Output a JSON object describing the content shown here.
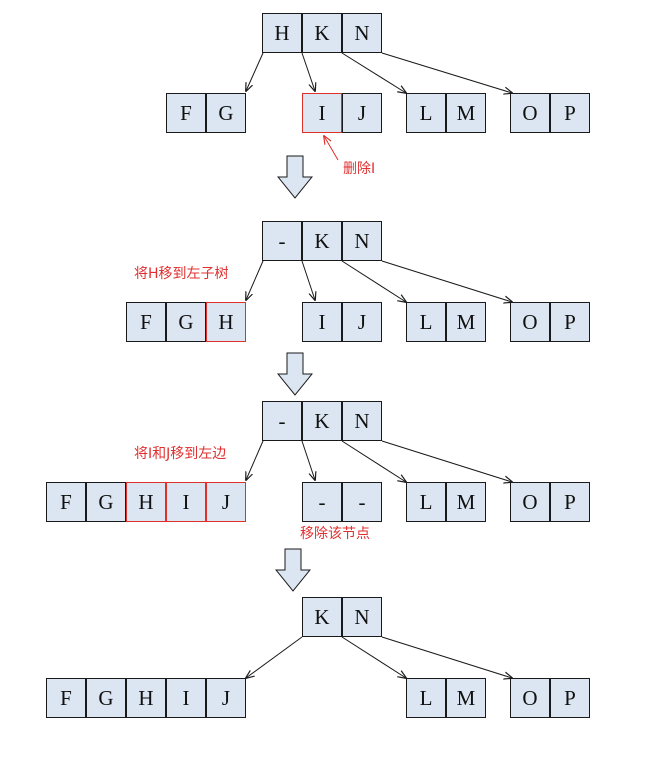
{
  "colors": {
    "cell_fill": "#dce6f2",
    "cell_border": "#1a1a1a",
    "highlight": "#e0302a",
    "edge": "#1a1a1a"
  },
  "stages": [
    {
      "nodes": [
        {
          "keys": [
            "H",
            "K",
            "N"
          ]
        },
        {
          "keys": [
            "F",
            "G"
          ]
        },
        {
          "keys": [
            "I",
            "J"
          ],
          "highlight": [
            0
          ]
        },
        {
          "keys": [
            "L",
            "M"
          ]
        },
        {
          "keys": [
            "O",
            "P"
          ]
        }
      ],
      "annotation": "删除I"
    },
    {
      "nodes": [
        {
          "keys": [
            "-",
            "K",
            "N"
          ]
        },
        {
          "keys": [
            "F",
            "G",
            "H"
          ],
          "highlight": [
            2
          ]
        },
        {
          "keys": [
            "I",
            "J"
          ]
        },
        {
          "keys": [
            "L",
            "M"
          ]
        },
        {
          "keys": [
            "O",
            "P"
          ]
        }
      ],
      "annotation": "将H移到左子树"
    },
    {
      "nodes": [
        {
          "keys": [
            "-",
            "K",
            "N"
          ]
        },
        {
          "keys": [
            "F",
            "G",
            "H",
            "I",
            "J"
          ],
          "highlight": [
            2,
            3,
            4
          ]
        },
        {
          "keys": [
            "-",
            "-"
          ]
        },
        {
          "keys": [
            "L",
            "M"
          ]
        },
        {
          "keys": [
            "O",
            "P"
          ]
        }
      ],
      "annotation": "将I和J移到左边",
      "annotation2": "移除该节点"
    },
    {
      "nodes": [
        {
          "keys": [
            "K",
            "N"
          ]
        },
        {
          "keys": [
            "F",
            "G",
            "H",
            "I",
            "J"
          ]
        },
        {
          "keys": [
            "L",
            "M"
          ]
        },
        {
          "keys": [
            "O",
            "P"
          ]
        }
      ]
    }
  ]
}
